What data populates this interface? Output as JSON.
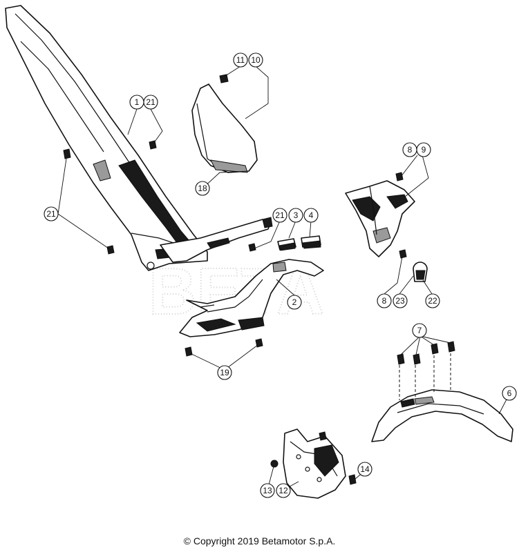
{
  "callouts": [
    {
      "id": "c1",
      "label": "1"
    },
    {
      "id": "c21a",
      "label": "21"
    },
    {
      "id": "c11",
      "label": "11"
    },
    {
      "id": "c10",
      "label": "10"
    },
    {
      "id": "c18",
      "label": "18"
    },
    {
      "id": "c21b",
      "label": "21"
    },
    {
      "id": "c21c",
      "label": "21"
    },
    {
      "id": "c3",
      "label": "3"
    },
    {
      "id": "c4",
      "label": "4"
    },
    {
      "id": "c2",
      "label": "2"
    },
    {
      "id": "c19",
      "label": "19"
    },
    {
      "id": "c8a",
      "label": "8"
    },
    {
      "id": "c9",
      "label": "9"
    },
    {
      "id": "c8b",
      "label": "8"
    },
    {
      "id": "c23",
      "label": "23"
    },
    {
      "id": "c22",
      "label": "22"
    },
    {
      "id": "c7",
      "label": "7"
    },
    {
      "id": "c6",
      "label": "6"
    },
    {
      "id": "c14",
      "label": "14"
    },
    {
      "id": "c13",
      "label": "13"
    },
    {
      "id": "c12",
      "label": "12"
    }
  ],
  "footer": {
    "copyright": "© Copyright 2019 Betamotor S.p.A."
  }
}
